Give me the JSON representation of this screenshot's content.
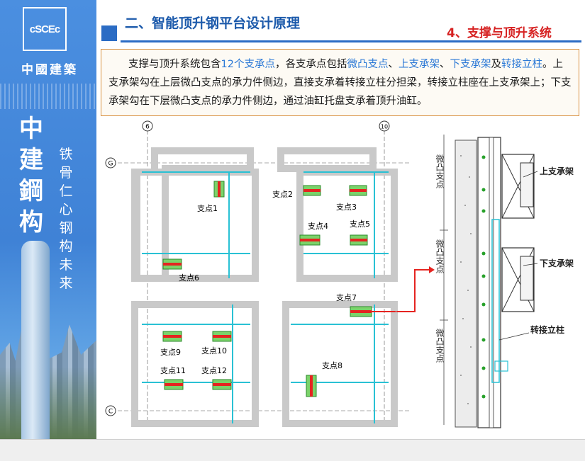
{
  "sidebar": {
    "logo_text": "cSCEc",
    "company_name": "中國建築",
    "slogan_chars": [
      "中",
      "建",
      "鋼",
      "构"
    ],
    "motto_chars": [
      "铁",
      "骨",
      "仁",
      "心",
      "钢",
      "构",
      "未",
      "来"
    ]
  },
  "header": {
    "title": "二、智能顶升钢平台设计原理",
    "section_label": "4、支撑与顶升系统"
  },
  "description": {
    "p1": "支撑与顶升系统包含",
    "h1": "12个支承点",
    "p2": "，各支承点包括",
    "h2": "微凸支点",
    "p3": "、",
    "h3": "上支承架",
    "p4": "、",
    "h4": "下支承架",
    "p5": "及",
    "h5": "转接立柱",
    "p6": "。上支承架勾在上层微凸支点的承力件侧边，直接支承着转接立柱分担梁，转接立柱座在上支承架上；下支承架勾在下层微凸支点的承力件侧边，通过油缸托盘支承着顶升油缸。"
  },
  "plan": {
    "grid_axes": [
      "6",
      "10",
      "G",
      "C"
    ],
    "support_labels": [
      "支点1",
      "支点2",
      "支点3",
      "支点4",
      "支点5",
      "支点6",
      "支点7",
      "支点8",
      "支点9",
      "支点10",
      "支点11",
      "支点12"
    ],
    "colors": {
      "wall": "#c9c9c9",
      "beam": "#29c1d4",
      "support_fill": "#7bd36a",
      "support_bar": "#e52420",
      "arrow": "#e52420"
    }
  },
  "elevation": {
    "left_labels": [
      "微凸支点",
      "微凸支点",
      "微凸支点"
    ],
    "right_labels": [
      "上支承架",
      "下支承架",
      "转接立柱"
    ]
  }
}
